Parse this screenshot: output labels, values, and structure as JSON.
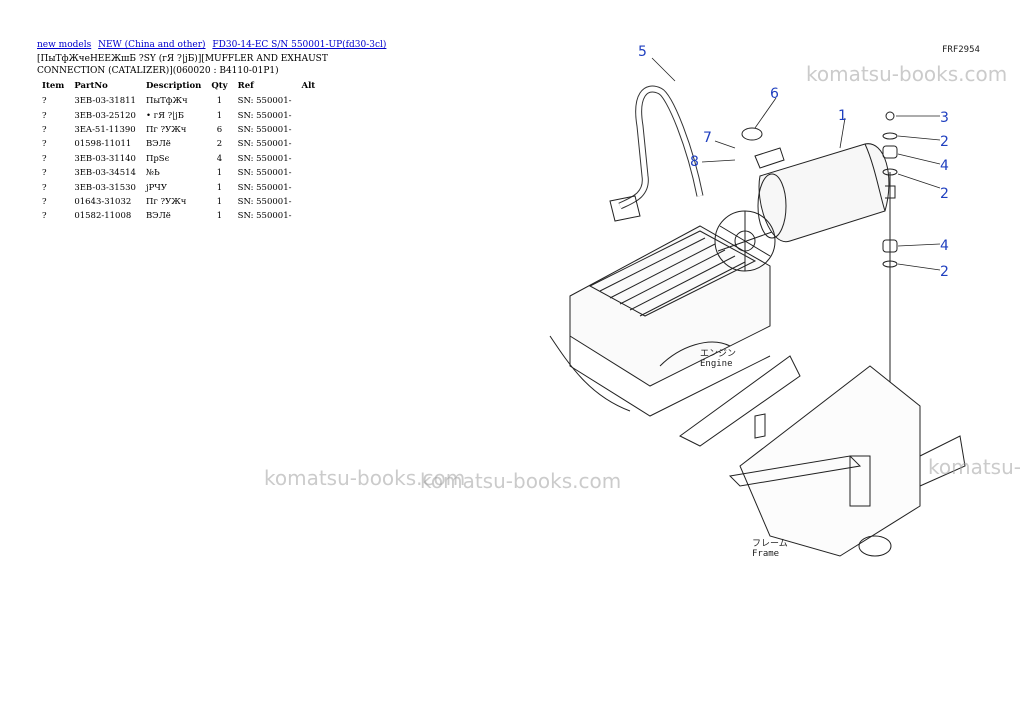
{
  "breadcrumb": {
    "links": [
      "new models",
      "NEW (China and other)",
      "FD30-14-EC S/N 550001-UP(fd30-3cl)"
    ]
  },
  "title": "[ПыТфЖчеНЕЕЖшБ ?SY (гЯ ?|jБ)][MUFFLER AND EXHAUST CONNECTION (CATALIZER)](060020 : B4110-01P1)",
  "table": {
    "headers": [
      "Item",
      "PartNo",
      "Description",
      "Qty",
      "Ref",
      "Alt"
    ],
    "rows": [
      {
        "item": "?",
        "partno": "3EB-03-31811",
        "desc": "ПыТфЖч",
        "qty": "1",
        "ref": "SN: 550001-",
        "alt": ""
      },
      {
        "item": "?",
        "partno": "3EB-03-25120",
        "desc": "• гЯ ?|jБ",
        "qty": "1",
        "ref": "SN: 550001-",
        "alt": ""
      },
      {
        "item": "?",
        "partno": "3EA-51-11390",
        "desc": "Пг ?УЖч",
        "qty": "6",
        "ref": "SN: 550001-",
        "alt": ""
      },
      {
        "item": "?",
        "partno": "01598-11011",
        "desc": "ВЭЛё",
        "qty": "2",
        "ref": "SN: 550001-",
        "alt": ""
      },
      {
        "item": "?",
        "partno": "3EB-03-31140",
        "desc": "ПрSє",
        "qty": "4",
        "ref": "SN: 550001-",
        "alt": ""
      },
      {
        "item": "?",
        "partno": "3EB-03-34514",
        "desc": "№Ь",
        "qty": "1",
        "ref": "SN: 550001-",
        "alt": ""
      },
      {
        "item": "?",
        "partno": "3EB-03-31530",
        "desc": "jРЧУ",
        "qty": "1",
        "ref": "SN: 550001-",
        "alt": ""
      },
      {
        "item": "?",
        "partno": "01643-31032",
        "desc": "Пг ?УЖч",
        "qty": "1",
        "ref": "SN: 550001-",
        "alt": ""
      },
      {
        "item": "?",
        "partno": "01582-11008",
        "desc": "ВЭЛё",
        "qty": "1",
        "ref": "SN: 550001-",
        "alt": ""
      }
    ]
  },
  "diagram": {
    "code": "FRF2954",
    "engine_label_jp": "エンジン",
    "engine_label": "Engine",
    "frame_label_jp": "フレーム",
    "frame_label": "Frame",
    "callouts": [
      "5",
      "6",
      "7",
      "8",
      "1",
      "3",
      "2",
      "4",
      "2",
      "4",
      "2"
    ],
    "callout_color": "#1f3fbf"
  },
  "watermarks": [
    "komatsu-books.com",
    "komatsu-books.com",
    "komatsu-books.com",
    "komatsu-"
  ]
}
